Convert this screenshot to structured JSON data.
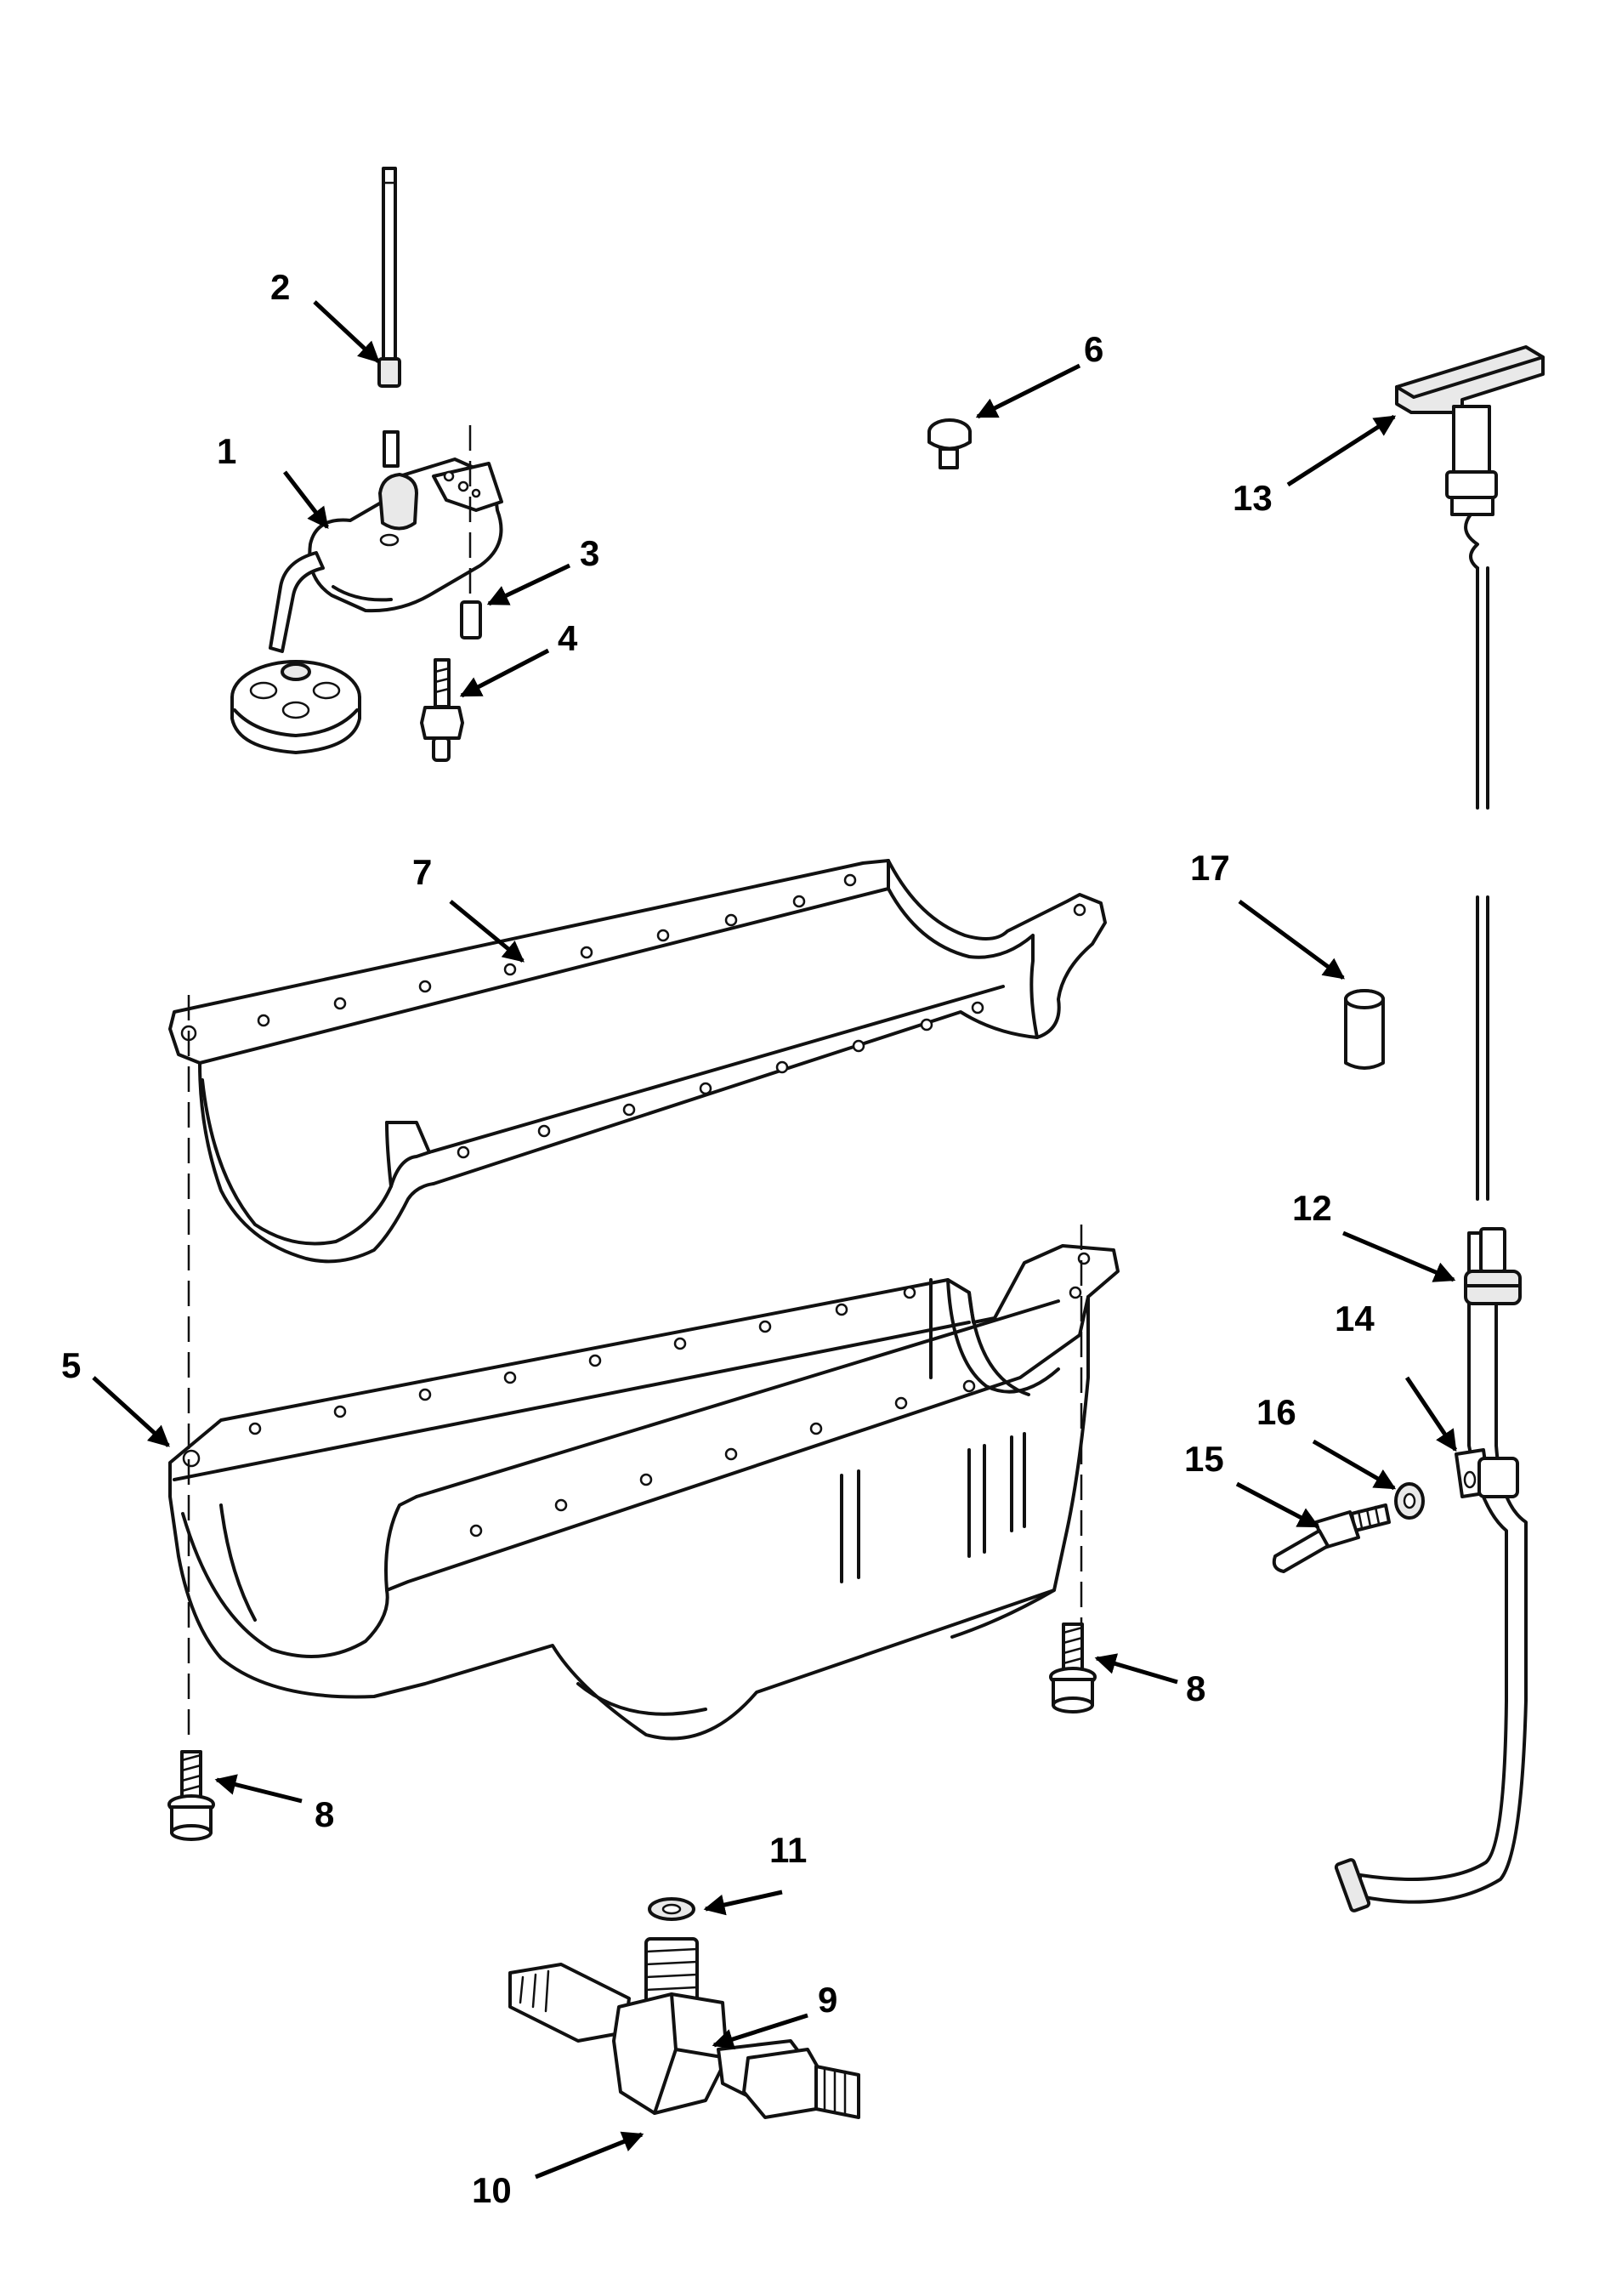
{
  "diagram": {
    "type": "exploded-parts-view",
    "callouts": [
      {
        "id": "c1",
        "label": "1"
      },
      {
        "id": "c2",
        "label": "2"
      },
      {
        "id": "c3",
        "label": "3"
      },
      {
        "id": "c4",
        "label": "4"
      },
      {
        "id": "c5",
        "label": "5"
      },
      {
        "id": "c6",
        "label": "6"
      },
      {
        "id": "c7",
        "label": "7"
      },
      {
        "id": "c8a",
        "label": "8"
      },
      {
        "id": "c8b",
        "label": "8"
      },
      {
        "id": "c9",
        "label": "9"
      },
      {
        "id": "c10",
        "label": "10"
      },
      {
        "id": "c11",
        "label": "11"
      },
      {
        "id": "c12",
        "label": "12"
      },
      {
        "id": "c13",
        "label": "13"
      },
      {
        "id": "c14",
        "label": "14"
      },
      {
        "id": "c15",
        "label": "15"
      },
      {
        "id": "c16",
        "label": "16"
      },
      {
        "id": "c17",
        "label": "17"
      }
    ]
  }
}
